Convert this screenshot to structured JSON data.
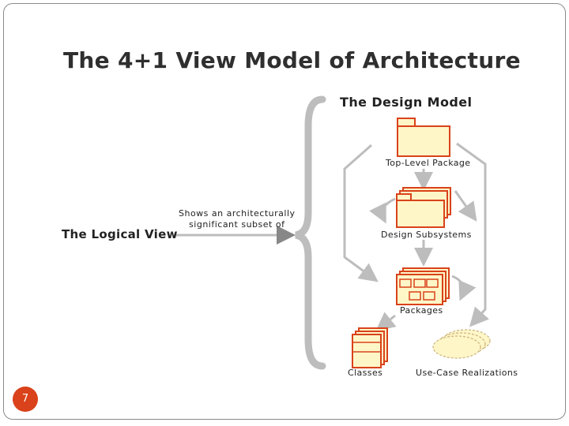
{
  "slide": {
    "title": "The 4+1 View Model of Architecture",
    "page_number": "7"
  },
  "diagram": {
    "design_model": "The Design Model",
    "logical_view": "The Logical View",
    "shows_line1": "Shows an architecturally",
    "shows_line2": "significant subset of",
    "top_level_package": "Top-Level Package",
    "design_subsystems": "Design Subsystems",
    "packages": "Packages",
    "classes": "Classes",
    "use_case_realizations": "Use-Case Realizations"
  },
  "colors": {
    "package_fill": "#fff6c8",
    "package_stroke": "#d9421a",
    "arrow_gray": "#bdbdbd",
    "page_number_bg": "#d9421a"
  }
}
